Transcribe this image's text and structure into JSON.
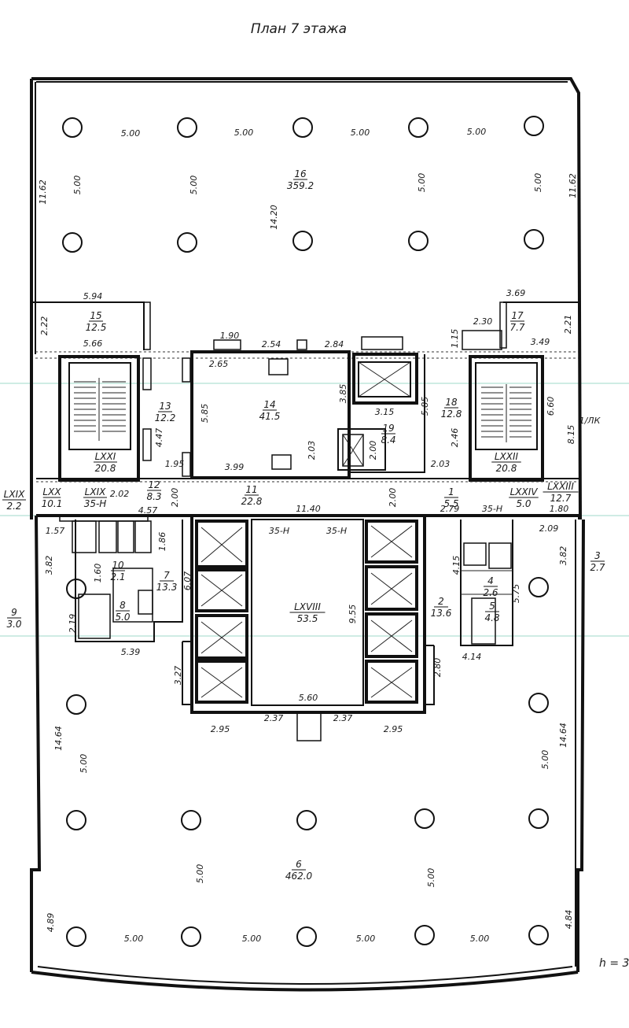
{
  "title": "План 7 этажа",
  "height_note": "h = 3",
  "side_mark": "1/ЛК",
  "rooms": [
    {
      "num": "16",
      "area": "359.2"
    },
    {
      "num": "15",
      "area": "12.5"
    },
    {
      "num": "17",
      "area": "7.7"
    },
    {
      "num": "14",
      "area": "41.5"
    },
    {
      "num": "13",
      "area": "12.2"
    },
    {
      "num": "18",
      "area": "12.8"
    },
    {
      "num": "19",
      "area": "8.4"
    },
    {
      "num": "LXXI",
      "area": "20.8"
    },
    {
      "num": "LXXII",
      "area": "20.8"
    },
    {
      "num": "12",
      "area": "8.3"
    },
    {
      "num": "11",
      "area": "22.8"
    },
    {
      "num": "1",
      "area": "5.5"
    },
    {
      "num": "LXIX",
      "area": "2.2"
    },
    {
      "num": "LXX",
      "area": "10.1"
    },
    {
      "num": "LXIX",
      "area": "35-Н"
    },
    {
      "num": "LXXIV",
      "area": "5.0"
    },
    {
      "num": "LXXIII",
      "area": "12.7"
    },
    {
      "num": "7",
      "area": "13.3"
    },
    {
      "num": "10",
      "area": "2.1"
    },
    {
      "num": "8",
      "area": "5.0"
    },
    {
      "num": "9",
      "area": "3.0"
    },
    {
      "num": "LXVIII",
      "area": "53.5"
    },
    {
      "num": "2",
      "area": "13.6"
    },
    {
      "num": "3",
      "area": "2.7"
    },
    {
      "num": "4",
      "area": "2.6"
    },
    {
      "num": "5",
      "area": "4.8"
    },
    {
      "num": "6",
      "area": "462.0"
    }
  ],
  "dimensions": [
    "5.00",
    "5.00",
    "5.00",
    "5.00",
    "5.00",
    "5.00",
    "5.00",
    "5.00",
    "11.62",
    "11.62",
    "14.20",
    "5.94",
    "2.22",
    "5.66",
    "3.69",
    "2.30",
    "2.21",
    "3.49",
    "1.90",
    "2.54",
    "2.84",
    "1.15",
    "2.65",
    "3.85",
    "3.15",
    "5.85",
    "5.85",
    "4.47",
    "6.60",
    "8.15",
    "2.46",
    "2.03",
    "2.00",
    "1.95",
    "3.99",
    "2.03",
    "2.02",
    "2.00",
    "2.00",
    "2.79",
    "1.80",
    "4.57",
    "11.40",
    "2.09",
    "1.57",
    "1.86",
    "3.82",
    "1.60",
    "6.07",
    "9.55",
    "4.15",
    "5.75",
    "3.82",
    "2.19",
    "5.39",
    "4.14",
    "3.27",
    "2.80",
    "5.60",
    "2.95",
    "2.37",
    "2.37",
    "2.95",
    "14.64",
    "14.64",
    "5.00",
    "5.00",
    "5.00",
    "5.00",
    "4.89",
    "4.84",
    "5.00",
    "5.00",
    "5.00",
    "5.00"
  ],
  "labels": [
    "35-Н",
    "35-Н",
    "35-Н",
    "35-Н"
  ]
}
